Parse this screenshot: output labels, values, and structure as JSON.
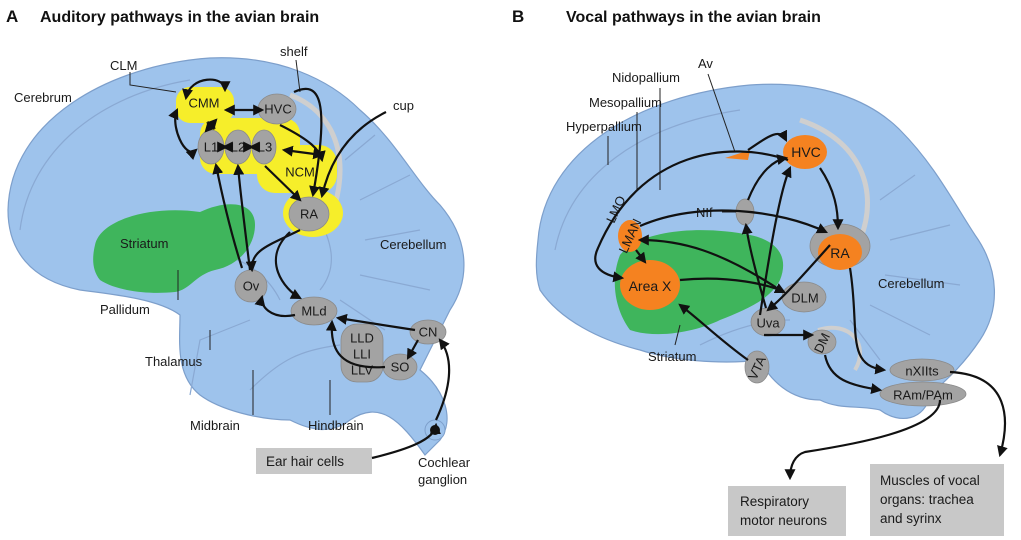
{
  "panels": [
    {
      "letter": "A",
      "title": "Auditory pathways in the avian brain",
      "regions": {
        "cerebrum": "Cerebrum",
        "striatum": "Striatum",
        "pallidum": "Pallidum",
        "thalamus": "Thalamus",
        "midbrain": "Midbrain",
        "hindbrain": "Hindbrain",
        "cerebellum": "Cerebellum",
        "clm": "CLM",
        "shelf": "shelf",
        "cup": "cup",
        "cochlear_ganglion": [
          "Cochlear",
          "ganglion"
        ]
      },
      "nodes": {
        "cmm": "CMM",
        "hvc": "HVC",
        "l1": "L1",
        "l2": "L2",
        "l3": "L3",
        "ncm": "NCM",
        "ra": "RA",
        "ov": "Ov",
        "mld": "MLd",
        "ll": [
          "LLD",
          "LLI",
          "LLV"
        ],
        "cn": "CN",
        "so": "SO"
      },
      "box": "Ear hair cells"
    },
    {
      "letter": "B",
      "title": "Vocal pathways in the avian brain",
      "regions": {
        "nidopallium": "Nidopallium",
        "mesopallium": "Mesopallium",
        "hyperpallium": "Hyperpallium",
        "av": "Av",
        "lmo": "LMO",
        "nif": "NIf",
        "striatum": "Striatum",
        "cerebellum": "Cerebellum"
      },
      "nodes": {
        "hvc": "HVC",
        "lman": "LMAN",
        "ra": "RA",
        "areax": "Area X",
        "dlm": "DLM",
        "uva": "Uva",
        "dm": "DM",
        "vta": "VTA",
        "nxiits": "nXIIts",
        "rampam": "RAm/PAm"
      },
      "boxes": {
        "respiratory": [
          "Respiratory",
          "motor neurons"
        ],
        "muscles": [
          "Muscles of vocal",
          "organs: trachea",
          "and syrinx"
        ]
      }
    }
  ],
  "colors": {
    "brain": "#9ec3ec",
    "striatum": "#3fb55c",
    "auditory_highlight": "#f6ee2a",
    "vocal_nucleus": "#f58220",
    "nucleus_gray": "#a3a3a3",
    "box_gray": "#c8c8c8"
  }
}
